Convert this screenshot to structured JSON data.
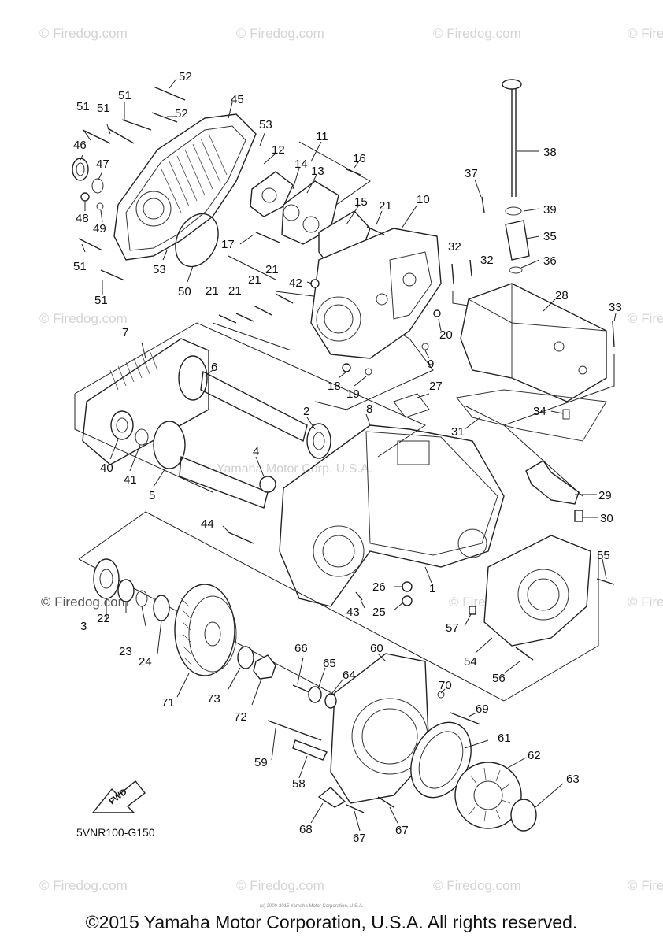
{
  "watermark": "© Firedog.com",
  "diagram_code": "5VNR100-G150",
  "fwd_label": "FWD",
  "small_notice": "(c) 2000-2015 Yamaha Motor Corporation, U.S.A.",
  "center_watermark": "Yamaha Motor Corp. U.S.A.",
  "copyright": "©2015 Yamaha Motor Corporation, U.S.A. All rights reserved.",
  "callouts": {
    "c1": "1",
    "c2": "2",
    "c3": "3",
    "c4": "4",
    "c5": "5",
    "c6": "6",
    "c7": "7",
    "c8": "8",
    "c9": "9",
    "c10": "10",
    "c11": "11",
    "c12": "12",
    "c13": "13",
    "c14": "14",
    "c15": "15",
    "c16": "16",
    "c17": "17",
    "c18": "18",
    "c19": "19",
    "c20": "20",
    "c21a": "21",
    "c21b": "21",
    "c21c": "21",
    "c21d": "21",
    "c21e": "21",
    "c22": "22",
    "c23": "23",
    "c24": "24",
    "c25": "25",
    "c26": "26",
    "c27": "27",
    "c28": "28",
    "c29": "29",
    "c30": "30",
    "c31": "31",
    "c32a": "32",
    "c32b": "32",
    "c33": "33",
    "c34": "34",
    "c35": "35",
    "c36": "36",
    "c37": "37",
    "c38": "38",
    "c39": "39",
    "c40": "40",
    "c41": "41",
    "c42": "42",
    "c43": "43",
    "c44": "44",
    "c45": "45",
    "c46": "46",
    "c47": "47",
    "c48": "48",
    "c49": "49",
    "c50": "50",
    "c51a": "51",
    "c51b": "51",
    "c51c": "51",
    "c51d": "51",
    "c51e": "51",
    "c52a": "52",
    "c52b": "52",
    "c53a": "53",
    "c53b": "53",
    "c54": "54",
    "c55": "55",
    "c56": "56",
    "c57": "57",
    "c58": "58",
    "c59": "59",
    "c60": "60",
    "c61": "61",
    "c62": "62",
    "c63": "63",
    "c64": "64",
    "c65": "65",
    "c66": "66",
    "c67a": "67",
    "c67b": "67",
    "c68": "68",
    "c69": "69",
    "c70": "70",
    "c71": "71",
    "c72": "72",
    "c73": "73"
  }
}
